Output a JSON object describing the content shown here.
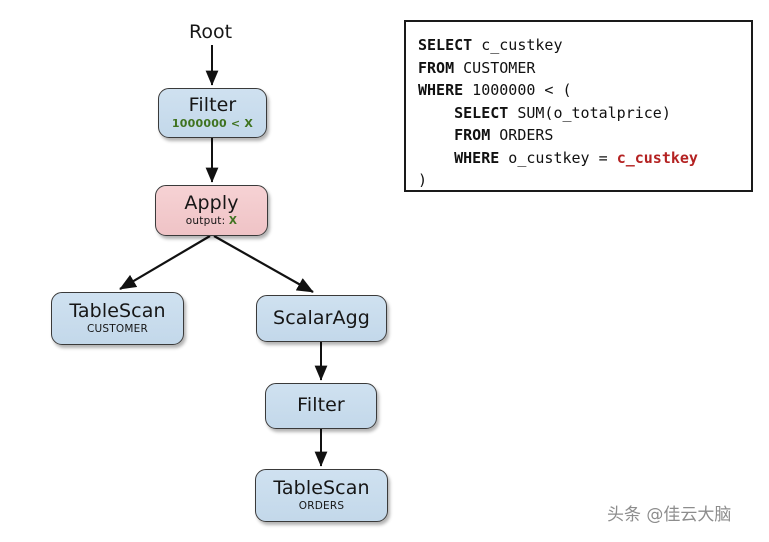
{
  "diagram": {
    "root_label": "Root",
    "nodes": [
      {
        "id": "filter-top",
        "title": "Filter",
        "subtitle": "1000000 < X",
        "color": "#c9dcec"
      },
      {
        "id": "apply",
        "title": "Apply",
        "subtitle": "output: X",
        "color": "#f2c9cc"
      },
      {
        "id": "tablescan-customer",
        "title": "TableScan",
        "subtitle": "CUSTOMER",
        "color": "#c9dcec"
      },
      {
        "id": "scalaragg",
        "title": "ScalarAgg",
        "subtitle": "",
        "color": "#c9dcec"
      },
      {
        "id": "filter-bottom",
        "title": "Filter",
        "subtitle": "",
        "color": "#c9dcec"
      },
      {
        "id": "tablescan-orders",
        "title": "TableScan",
        "subtitle": "ORDERS",
        "color": "#c9dcec"
      }
    ],
    "apply_output_prefix": "output:",
    "apply_output_var": "X",
    "colors": {
      "node_blue": "#c9dcec",
      "node_pink": "#f2c9cc",
      "edge": "#111111",
      "green_text": "#3f7320",
      "red_text": "#b42222"
    }
  },
  "sql": {
    "lines": [
      {
        "indent": 0,
        "keyword": "SELECT",
        "rest": " c_custkey",
        "corr": ""
      },
      {
        "indent": 0,
        "keyword": "FROM",
        "rest": " CUSTOMER",
        "corr": ""
      },
      {
        "indent": 0,
        "keyword": "WHERE",
        "rest": " 1000000 < (",
        "corr": ""
      },
      {
        "indent": 4,
        "keyword": "SELECT",
        "rest": " SUM(o_totalprice)",
        "corr": ""
      },
      {
        "indent": 4,
        "keyword": "FROM",
        "rest": " ORDERS",
        "corr": ""
      },
      {
        "indent": 4,
        "keyword": "WHERE",
        "rest": " o_custkey = ",
        "corr": "c_custkey"
      },
      {
        "indent": 0,
        "keyword": "",
        "rest": ")",
        "corr": ""
      }
    ]
  },
  "watermark": {
    "text": "头条 @佳云大脑"
  }
}
